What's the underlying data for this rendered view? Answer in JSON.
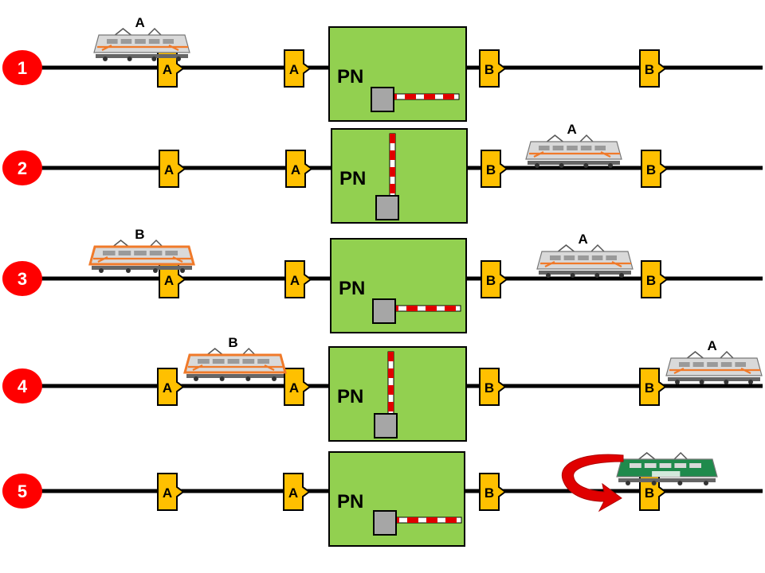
{
  "colors": {
    "track": "#000000",
    "badge": "#ff0000",
    "crossing": "#92d050",
    "sensor": "#ffc000",
    "barrier_red": "#e00000",
    "housing": "#a6a6a6",
    "loco_body": "#d9d9d9",
    "loco_stripe": "#f07a2a",
    "loco_green": "#1f8a4c",
    "arrow_red": "#e00000"
  },
  "crossing_label": "PN",
  "rows": [
    {
      "number": "1",
      "barrier": "down",
      "sensors": [
        "A",
        "A",
        "B",
        "B"
      ],
      "trains": [
        {
          "style": "orange-stripe",
          "label": "A"
        }
      ]
    },
    {
      "number": "2",
      "barrier": "up",
      "sensors": [
        "A",
        "A",
        "B",
        "B"
      ],
      "trains": [
        {
          "style": "orange-stripe",
          "label": "A"
        }
      ]
    },
    {
      "number": "3",
      "barrier": "down",
      "sensors": [
        "A",
        "A",
        "B",
        "B"
      ],
      "trains": [
        {
          "style": "orange-frame",
          "label": "B"
        },
        {
          "style": "orange-stripe",
          "label": "A"
        }
      ]
    },
    {
      "number": "4",
      "barrier": "up",
      "sensors": [
        "A",
        "A",
        "B",
        "B"
      ],
      "trains": [
        {
          "style": "orange-frame",
          "label": "B"
        },
        {
          "style": "orange-stripe",
          "label": "A"
        }
      ]
    },
    {
      "number": "5",
      "barrier": "down",
      "sensors": [
        "A",
        "A",
        "B",
        "B"
      ],
      "trains": [
        {
          "style": "green",
          "label": ""
        }
      ],
      "reverse_arrow": true
    }
  ]
}
